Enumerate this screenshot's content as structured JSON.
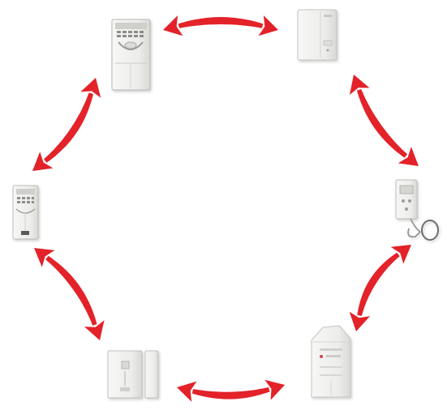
{
  "colors": {
    "background": "#ffffff",
    "arrow": "#e32229",
    "device_body": "#eeeeec",
    "device_edge": "#b9b9b6",
    "device_shadow": "#d2d2cf",
    "device_dark": "#555555"
  },
  "devices": [
    {
      "name": "control-panel-keypad",
      "icon": "keypad-panel-icon"
    },
    {
      "name": "wireless-sensor",
      "icon": "sensor-icon"
    },
    {
      "name": "keyfob-remote",
      "icon": "keyfob-icon"
    },
    {
      "name": "motion-detector",
      "icon": "motion-detector-icon"
    },
    {
      "name": "door-window-contact",
      "icon": "door-contact-icon"
    },
    {
      "name": "small-keypad-sensor",
      "icon": "small-keypad-icon"
    }
  ],
  "arrows": [
    {
      "name": "arrow-panel-to-sensor",
      "type": "double-headed"
    },
    {
      "name": "arrow-sensor-to-keyfob",
      "type": "double-headed"
    },
    {
      "name": "arrow-keyfob-to-motion",
      "type": "double-headed"
    },
    {
      "name": "arrow-motion-to-contact",
      "type": "double-headed"
    },
    {
      "name": "arrow-contact-to-small-keypad",
      "type": "double-headed"
    },
    {
      "name": "arrow-small-keypad-to-panel",
      "type": "double-headed"
    }
  ]
}
